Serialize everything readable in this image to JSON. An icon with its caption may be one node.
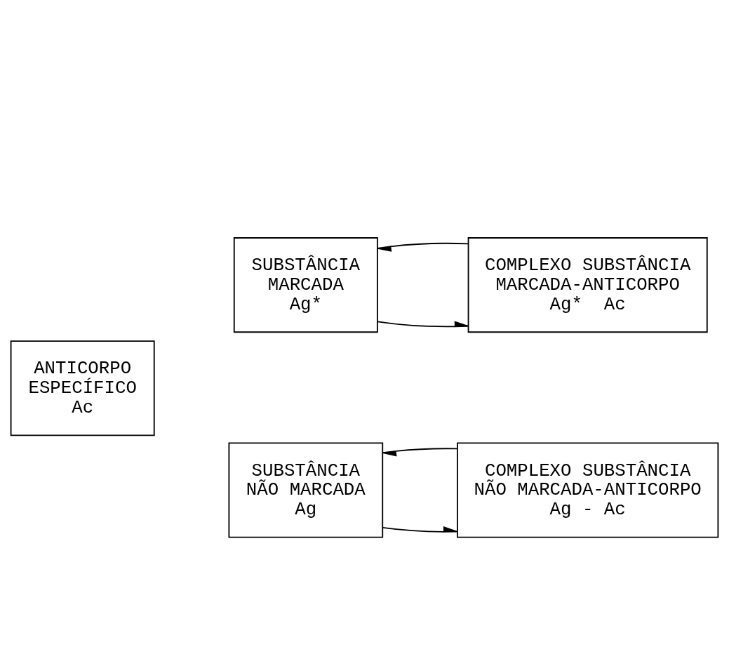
{
  "diagram": {
    "nodes": [
      {
        "text": [
          "SUBSTÂNCIA MARCADA",
          "Ag*"
        ]
      },
      {
        "text": [
          "COMPLEXO SUBSTÂNCIA MARCADA-ANTICORPO",
          "Ag*  Ac"
        ]
      },
      {
        "text": [
          "ANTICORPO ESPECÍFICO",
          "Ac"
        ]
      },
      {
        "text": [
          "SUBSTÂNCIA NÃO MARCADA",
          "Ag"
        ]
      },
      {
        "text": [
          "COMPLEXO SUBSTÂNCIA NÃO MARCADA-ANTICORPO",
          "Ag - Ac"
        ]
      }
    ],
    "edges": [
      {
        "from": 0,
        "to": 1,
        "arrow": "to"
      },
      {
        "from": 1,
        "to": 0,
        "arrow": "to"
      },
      {
        "from": 3,
        "to": 4,
        "arrow": "to"
      },
      {
        "from": 4,
        "to": 3,
        "arrow": "to"
      }
    ]
  }
}
